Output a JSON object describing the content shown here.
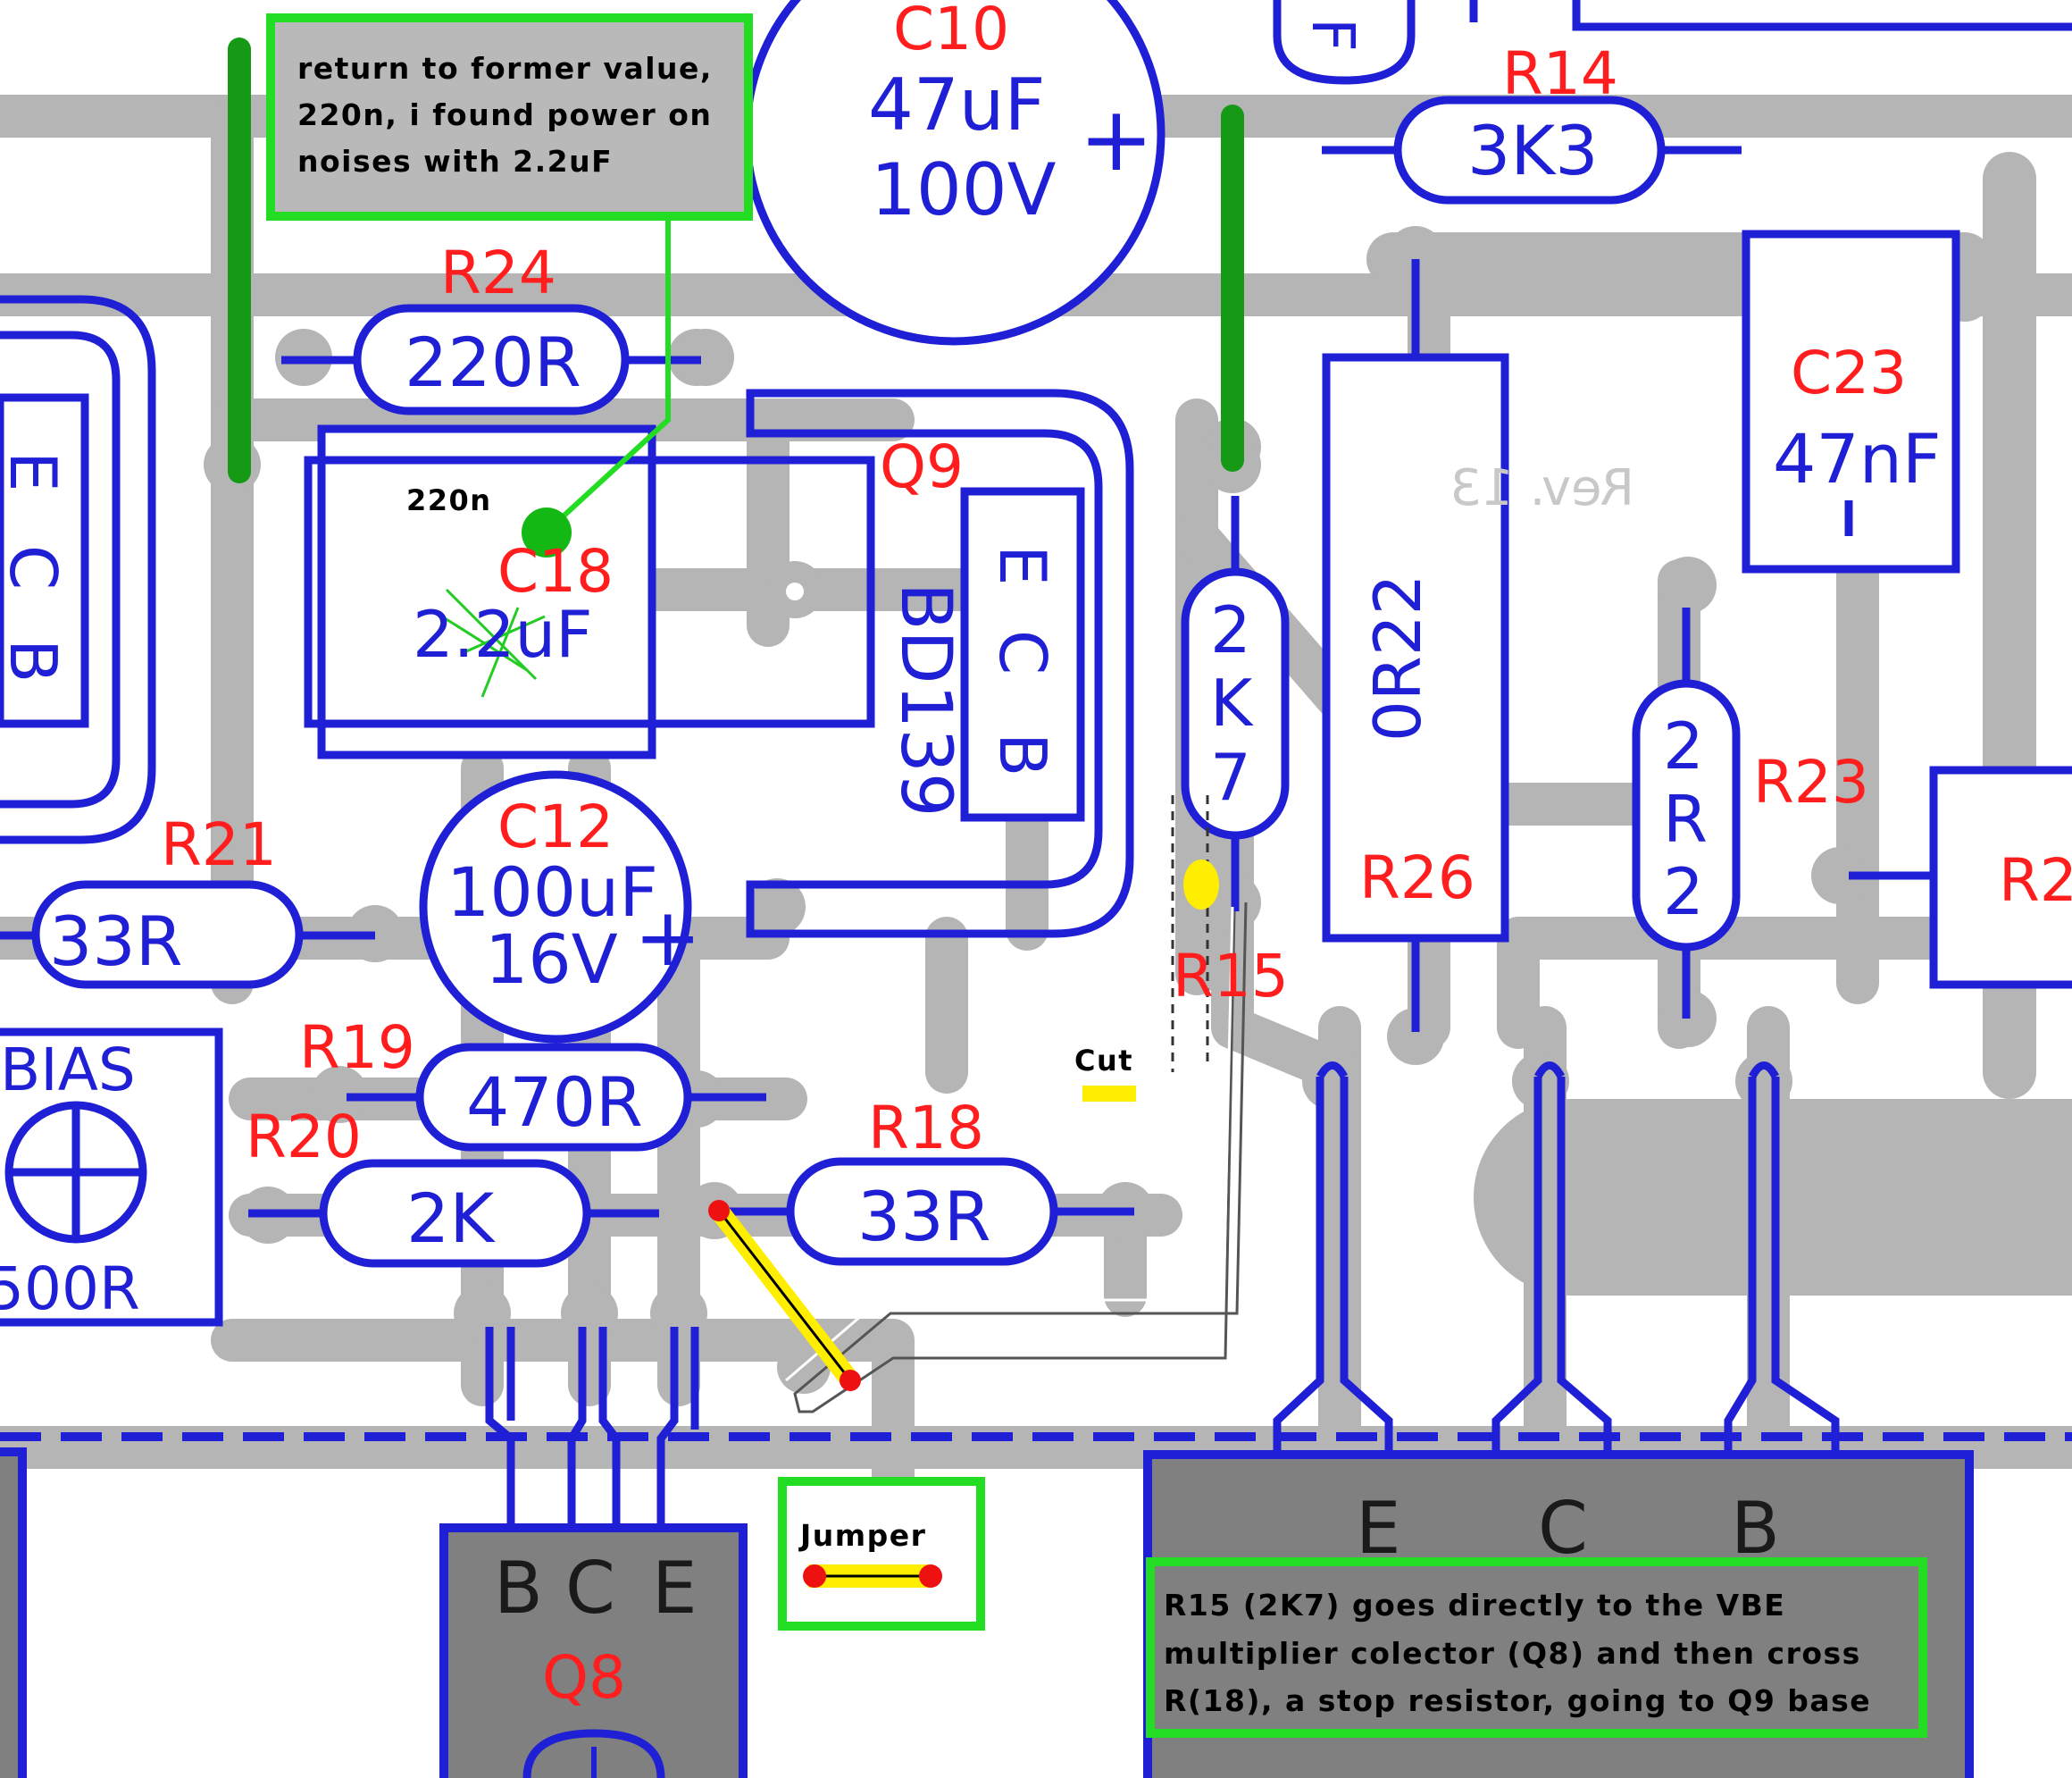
{
  "notes": {
    "top": [
      "return to former value,",
      "220n, i found power on",
      "noises with 2.2uF"
    ],
    "small_220n": "220n",
    "cut": "Cut",
    "jumper": "Jumper",
    "bottom": [
      "R15 (2K7) goes directly to the VBE",
      "multiplier colector (Q8) and then cross",
      "R(18), a stop resistor, going to Q9 base"
    ]
  },
  "designators": {
    "c10": "C10",
    "r14": "R14",
    "r24": "R24",
    "q9": "Q9",
    "c18": "C18",
    "c23": "C23",
    "r23": "R23",
    "r26": "R26",
    "r21": "R21",
    "c12": "C12",
    "r15": "R15",
    "r19": "R19",
    "r20": "R20",
    "r18": "R18",
    "q8": "Q8",
    "r2x": "R2"
  },
  "values": {
    "c10_cap": "47uF",
    "c10_volt": "100V",
    "r14": "3K3",
    "r24": "220R",
    "c18": "2.2uF",
    "q9_part": "BD139",
    "c23": "47nF",
    "r26": "0R22",
    "r21": "33R",
    "c12_cap": "100uF",
    "c12_volt": "16V",
    "r19": "470R",
    "r20": "2K",
    "r18": "33R",
    "bias": "BIAS",
    "bias_val": "500R",
    "r15_chars": [
      "2",
      "K",
      "7"
    ],
    "r23_chars": [
      "2",
      "R",
      "2"
    ]
  },
  "pins": {
    "q9": [
      "E",
      "C",
      "B"
    ],
    "left": [
      "E",
      "C",
      "B"
    ],
    "q8": [
      "B",
      "C",
      "E"
    ],
    "power": [
      "E",
      "C",
      "B"
    ]
  },
  "symbols": {
    "plus": "+",
    "f": "F"
  },
  "mirror_text": "Rev. 13",
  "colors": {
    "silkscreen": "#1f1fd6",
    "designator": "#ff1d1d",
    "trace": "#b5b5b5",
    "note_border": "#22dd22",
    "jumper": "#ffee00",
    "jumper_pad": "#ee1111"
  }
}
